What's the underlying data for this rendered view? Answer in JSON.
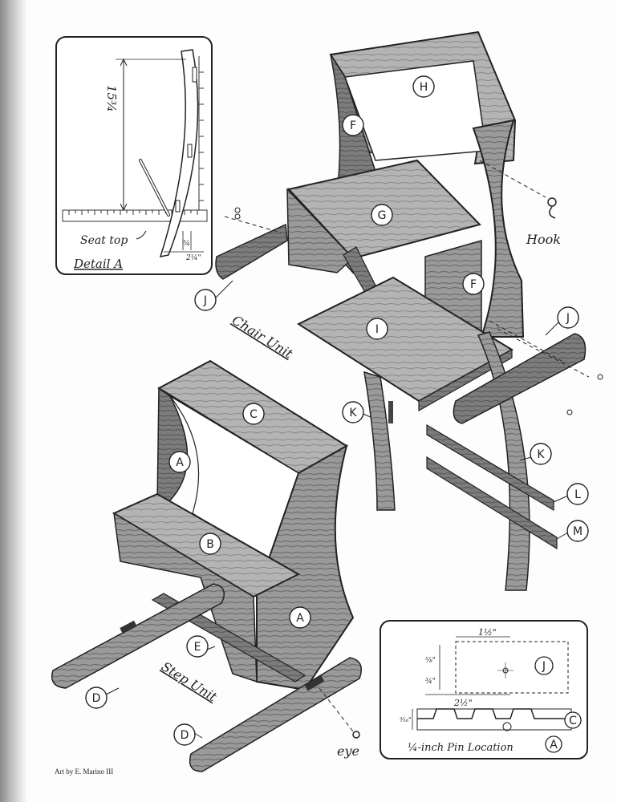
{
  "credit": "Art by E. Marino III",
  "parts": {
    "H": "H",
    "F_left": "F",
    "F_right": "F",
    "G": "G",
    "I": "I",
    "J_left": "J",
    "J_right": "J",
    "K_left": "K",
    "K_right": "K",
    "L": "L",
    "M": "M",
    "C": "C",
    "A_left": "A",
    "A_right": "A",
    "B": "B",
    "E": "E",
    "D_left": "D",
    "D_right": "D"
  },
  "units": {
    "chair": "Chair Unit",
    "step": "Step Unit"
  },
  "hardware": {
    "hook": "Hook",
    "eye": "eye"
  },
  "detail_a": {
    "height_dim": "15¾",
    "seat_top": "Seat top",
    "title": "Detail A",
    "dim_small": "¾",
    "dim_wide": "2¼\""
  },
  "pin_detail": {
    "width_top": "1½\"",
    "side_upper": "⅝\"",
    "side_lower": "¾\"",
    "width_mid": "2½\"",
    "depth": "³⁄₁₆\"",
    "part_j": "J",
    "part_c": "C",
    "part_a": "A",
    "caption": "¼-inch Pin Location"
  }
}
